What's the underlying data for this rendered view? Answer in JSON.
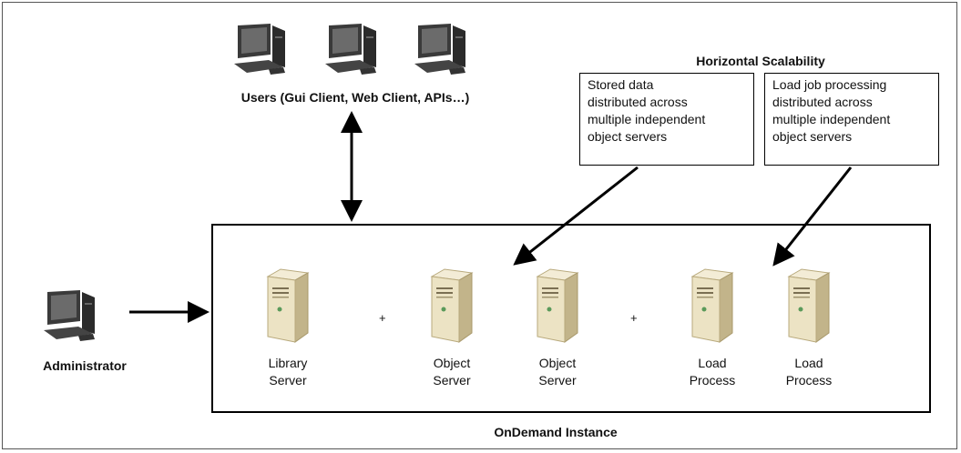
{
  "users_label": "Users (Gui Client, Web Client, APIs…)",
  "admin_label": "Administrator",
  "scalability_title": "Horizontal Scalability",
  "note_stored": "Stored data\ndistributed across\nmultiple independent\nobject servers",
  "note_load": "Load job processing\ndistributed across\nmultiple independent\nobject servers",
  "servers": {
    "library": "Library\nServer",
    "object1": "Object\nServer",
    "object2": "Object\nServer",
    "load1": "Load\nProcess",
    "load2": "Load\nProcess"
  },
  "plus_sign": "+",
  "instance_label": "OnDemand Instance",
  "icons": {
    "user_workstation": "desktop-computer-icon",
    "server": "server-tower-icon"
  }
}
